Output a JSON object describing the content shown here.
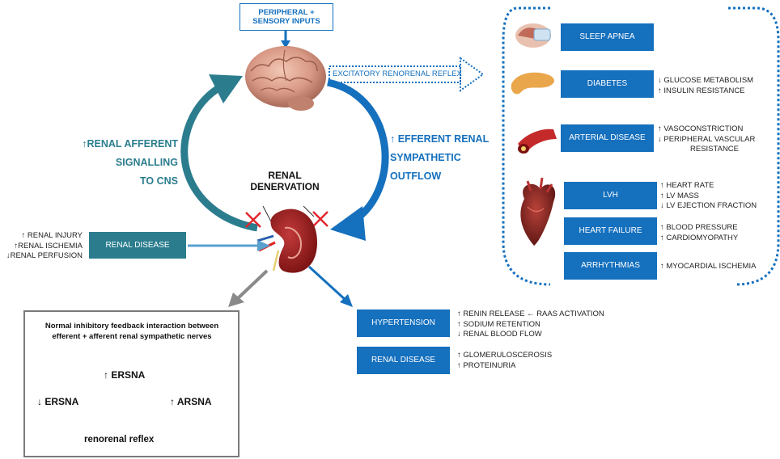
{
  "inputs_box": "PERIPHERAL + SENSORY INPUTS",
  "excitatory_label": "EXCITATORY RENORENAL REFLEX",
  "afferent": {
    "line1": "↑RENAL AFFERENT",
    "line2": "SIGNALLING",
    "line3": "TO CNS"
  },
  "efferent": {
    "line1": "↑ EFFERENT RENAL",
    "line2": "SYMPATHETIC",
    "line3": "OUTFLOW"
  },
  "denervation": {
    "line1": "RENAL",
    "line2": "DENERVATION"
  },
  "renal_disease_left": {
    "label": "RENAL DISEASE",
    "effects": [
      "↑ RENAL INJURY",
      "↑RENAL ISCHEMIA",
      "↓RENAL PERFUSION"
    ]
  },
  "conditions": [
    {
      "label": "SLEEP APNEA",
      "effects": []
    },
    {
      "label": "DIABETES",
      "effects": [
        "↓ GLUCOSE METABOLISM",
        "↑ INSULIN RESISTANCE"
      ]
    },
    {
      "label": "ARTERIAL DISEASE",
      "effects": [
        "↑ VASOCONSTRICTION",
        "↓ PERIPHERAL VASCULAR",
        "RESISTANCE"
      ]
    },
    {
      "label": "LVH",
      "effects": [
        "↑ HEART RATE",
        "↑ LV MASS",
        "↓ LV EJECTION FRACTION"
      ]
    },
    {
      "label": "HEART FAILURE",
      "effects": [
        "↑ BLOOD PRESSURE",
        "↑ CARDIOMYOPATHY"
      ]
    },
    {
      "label": "ARRHYTHMIAS",
      "effects": [
        "↑ MYOCARDIAL ISCHEMIA"
      ]
    }
  ],
  "outcomes": [
    {
      "label": "HYPERTENSION",
      "effects": [
        "↑ RENIN RELEASE ← RAAS ACTIVATION",
        "↑ SODIUM RETENTION",
        "↓ RENAL BLOOD FLOW"
      ]
    },
    {
      "label": "RENAL DISEASE",
      "effects": [
        "↑ GLOMERULOSCEROSIS",
        "↑ PROTEINURIA"
      ]
    }
  ],
  "feedback": {
    "title1": "Normal inhibitory feedback interaction between",
    "title2": "efferent + afferent renal sympathetic nerves",
    "ersna_up": "↑ ERSNA",
    "ersna_down": "↓ ERSNA",
    "arsna_up": "↑ ARSNA",
    "reflex": "renorenal reflex"
  },
  "colors": {
    "blue": "#1570be",
    "teal": "#2b7d8e",
    "red": "#e3262e",
    "gray": "#7a7a7a"
  }
}
